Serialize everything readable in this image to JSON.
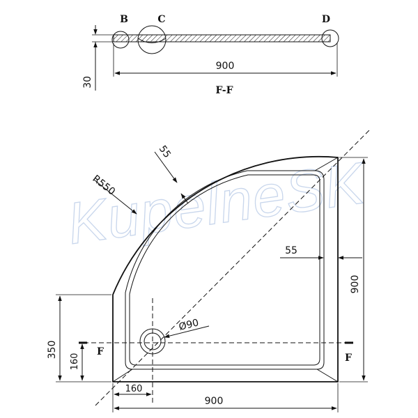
{
  "section_view": {
    "detail_b": "B",
    "detail_c": "C",
    "detail_d": "D",
    "width_dim": "900",
    "height_dim": "30",
    "section_label": "F-F"
  },
  "plan_view": {
    "watermark": "KupelneSK",
    "radius_dim": "R550",
    "rim_dim_arc": "55",
    "rim_dim_side": "55",
    "drain_dim": "Ø90",
    "height_total_dim": "900",
    "width_total_dim": "900",
    "drain_offset_x_dim": "160",
    "drain_offset_y_dim": "160",
    "side_height_dim": "350",
    "section_mark_left": "F",
    "section_mark_right": "F"
  }
}
